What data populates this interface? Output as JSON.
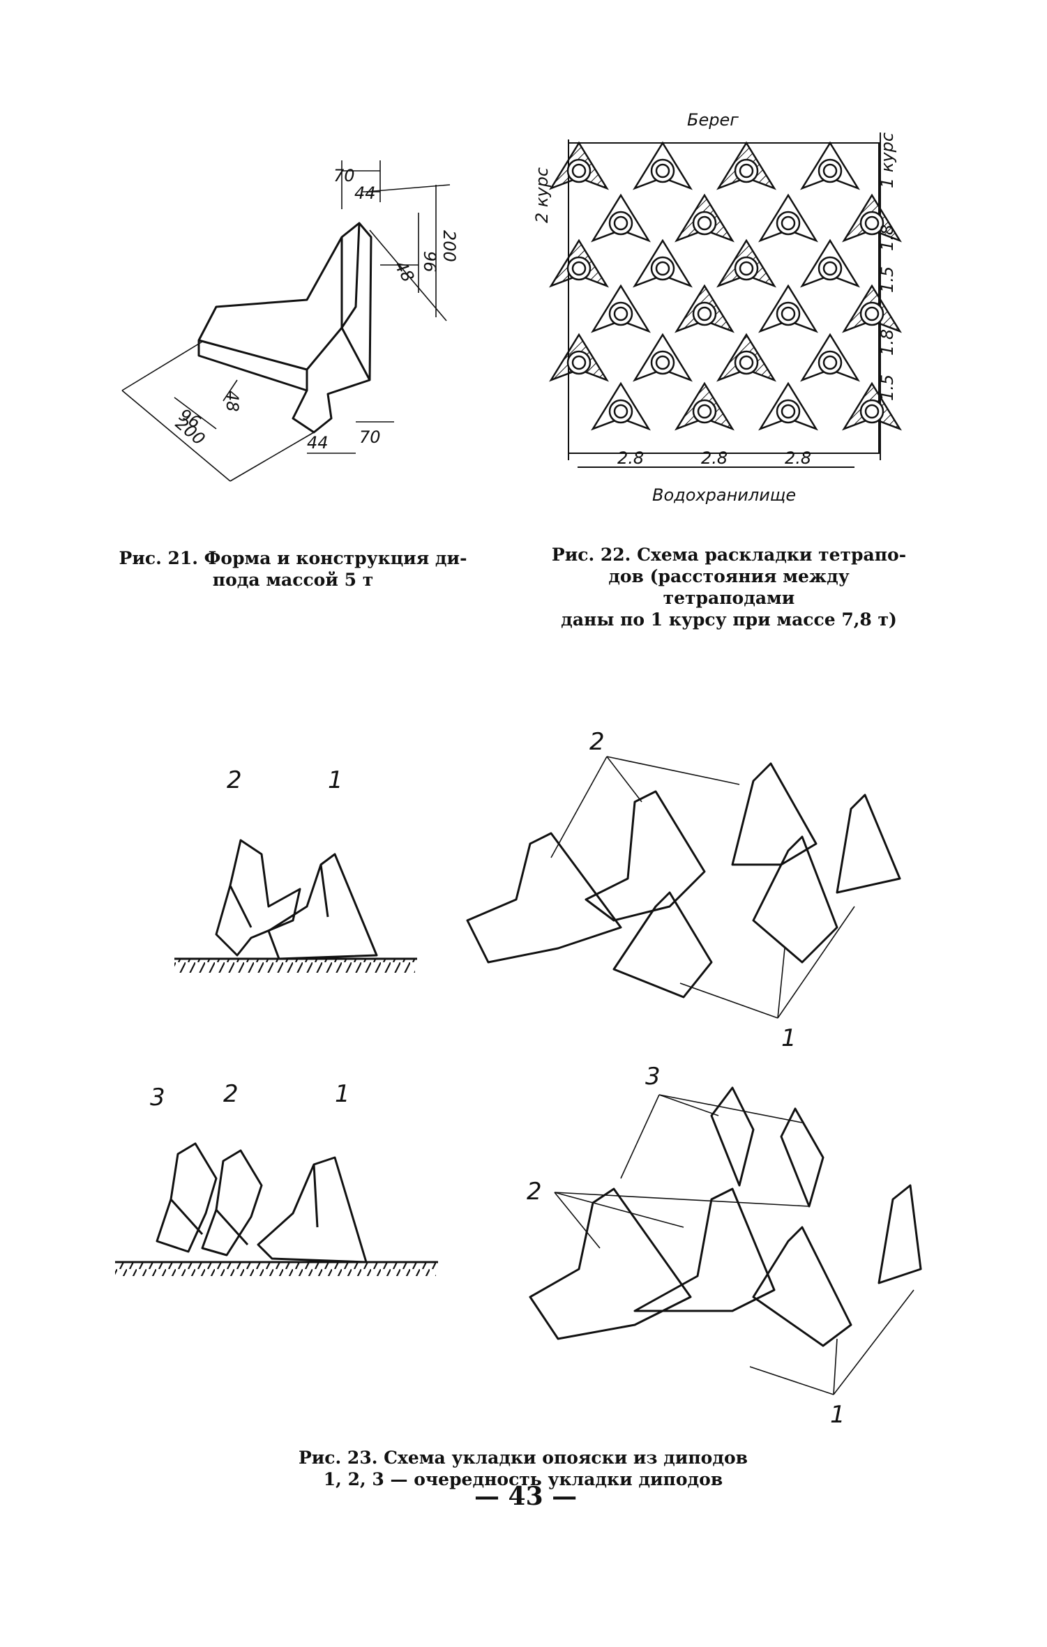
{
  "fig21": {
    "dims": [
      "70",
      "44",
      "200",
      "96",
      "48",
      "96",
      "48",
      "200",
      "44",
      "70"
    ],
    "caption_l1": "Рис. 21. Форма и конструкция ди-",
    "caption_l2": "пода массой 5 т"
  },
  "fig22": {
    "top_label": "Берег",
    "bottom_label": "Водохранилище",
    "course2": "2 курс",
    "course1": "1 курс",
    "right_dims": [
      "1.8",
      "1.5",
      "1.8",
      "1.5"
    ],
    "bottom_dims": [
      "2.8",
      "2.8",
      "2.8"
    ],
    "caption_l1": "Рис. 22. Схема раскладки тетрапо-",
    "caption_l2": "дов (расстояния между тетраподами",
    "caption_l3": "даны по 1 курсу при массе 7,8 т)"
  },
  "fig23": {
    "a_labels": [
      "2",
      "1"
    ],
    "b_labels": [
      "2",
      "1"
    ],
    "c_labels": [
      "3",
      "2",
      "1"
    ],
    "d_labels": [
      "3",
      "2",
      "1"
    ],
    "caption_title": "Рис. 23. Схема укладки опояски из диподов",
    "caption_sub": "1, 2, 3 — очередность укладки диподов"
  },
  "page_number": "— 43 —"
}
